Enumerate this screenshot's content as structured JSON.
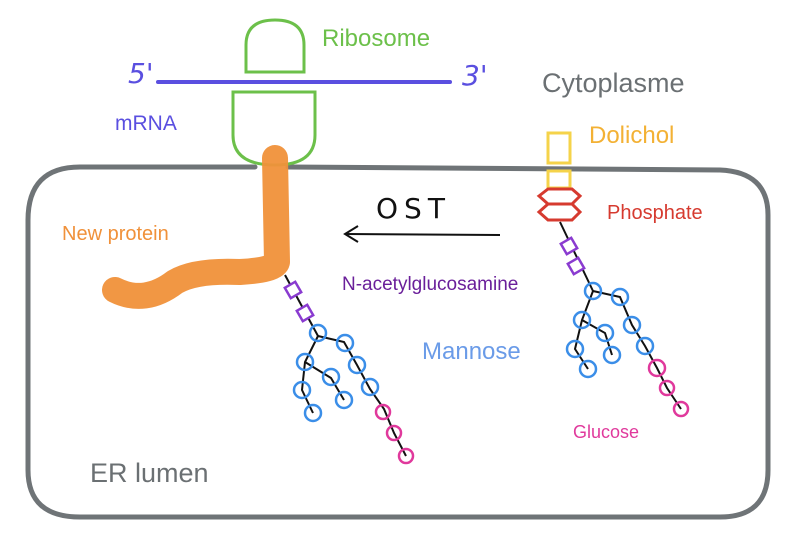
{
  "labels": {
    "ribosome": "Ribosome",
    "five_prime": "5'",
    "three_prime": "3'",
    "mrna": "mRNA",
    "cytoplasm": "Cytoplasme",
    "dolichol": "Dolichol",
    "phosphate": "Phosphate",
    "ost": "OST",
    "new_protein": "New protein",
    "nacetylglucosamine": "N-acetylglucosamine",
    "mannose": "Mannose",
    "glucose": "Glucose",
    "er_lumen": "ER lumen"
  },
  "colors": {
    "ribosome": "#6cc04a",
    "mrna": "#5a4fe0",
    "protein": "#f0913a",
    "membrane": "#6f7477",
    "dolichol": "#f5d34a",
    "dolichol_text": "#f3b134",
    "phosphate": "#d63a2f",
    "glcnac": "#8a3bd0",
    "glcnac_text": "#6a1f9a",
    "mannose": "#3b8ee8",
    "mannose_text": "#6a9be8",
    "glucose": "#e0399c",
    "dark_text": "#6b7073",
    "arrow": "#111111"
  }
}
